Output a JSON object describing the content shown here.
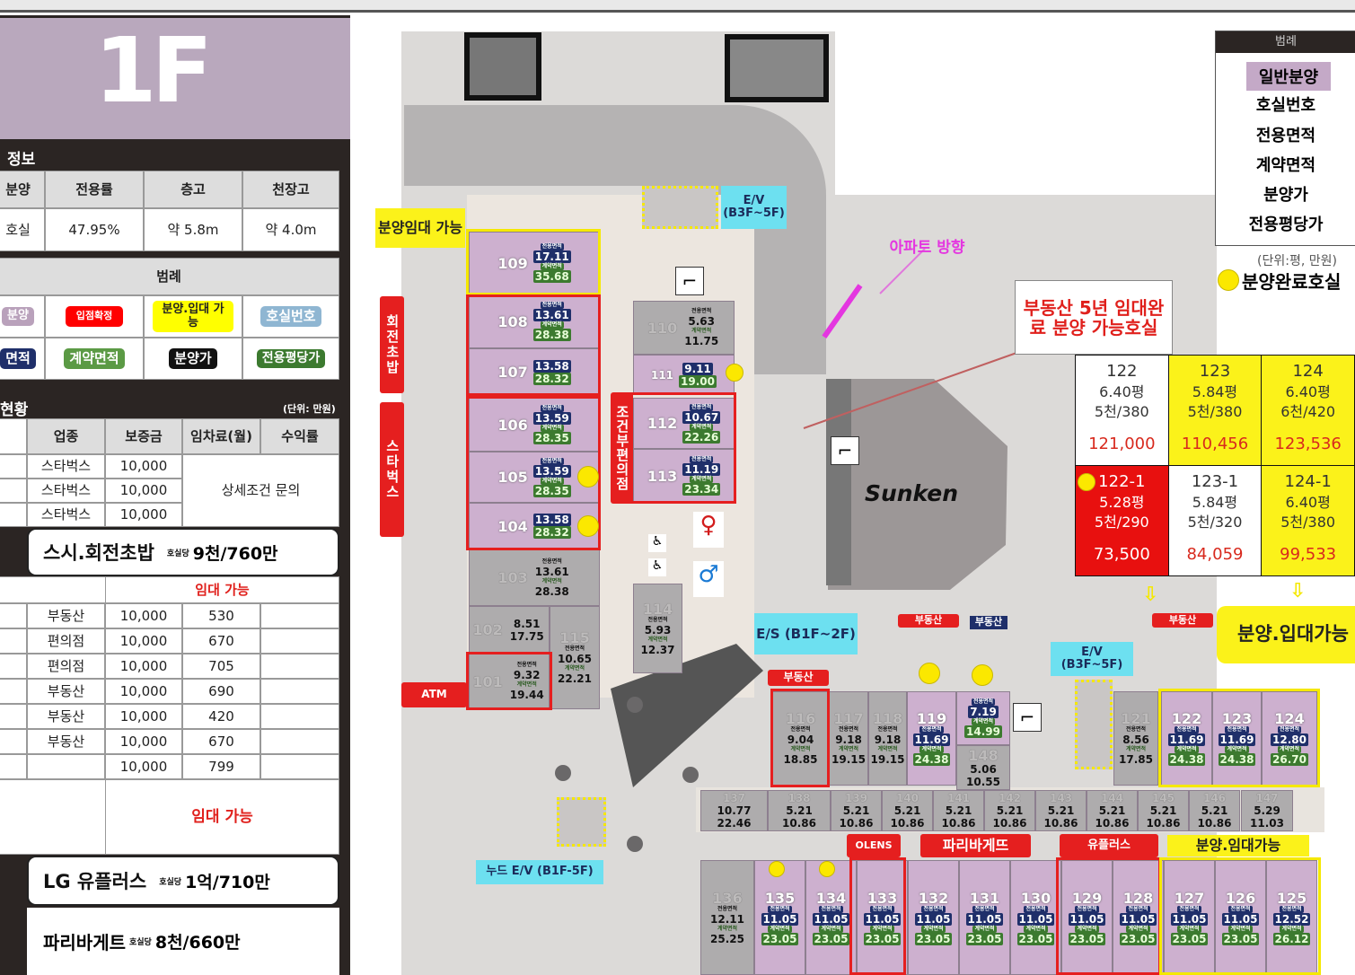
{
  "floor": "1F",
  "info": {
    "title": "정보",
    "headers": [
      "분양",
      "전용률",
      "층고",
      "천장고"
    ],
    "values": [
      "호실",
      "47.95%",
      "약 5.8m",
      "약 4.0m"
    ]
  },
  "legend_left": {
    "title": "범례",
    "items": [
      "분양",
      "입점확정",
      "분양.입대 가능",
      "호실번호",
      "면적",
      "계약면적",
      "분양가",
      "전용평당가"
    ]
  },
  "lease": {
    "title": "현황",
    "unit": "(단위: 만원)",
    "headers": [
      "업종",
      "보증금",
      "임차료(월)",
      "수익률"
    ],
    "rows_top": [
      [
        "스타벅스",
        "10,000"
      ],
      [
        "스타벅스",
        "10,000"
      ],
      [
        "스타벅스",
        "10,000"
      ]
    ],
    "merged_note": "상세조건 문의",
    "sushi": {
      "name": "스시.회전초밥",
      "sub": "호실당",
      "price": "9천/760만"
    },
    "lease_available": "임대 가능",
    "rows": [
      [
        "부동산",
        "10,000",
        "530"
      ],
      [
        "편의점",
        "10,000",
        "670"
      ],
      [
        "편의점",
        "10,000",
        "705"
      ],
      [
        "부동산",
        "10,000",
        "690"
      ],
      [
        "부동산",
        "10,000",
        "420"
      ],
      [
        "부동산",
        "10,000",
        "670"
      ],
      [
        "",
        "10,000",
        "799"
      ]
    ],
    "lease_available_2": "임대 가능",
    "lg": {
      "name": "LG 유플러스",
      "sub": "호실당",
      "price": "1억/710만"
    },
    "paris": {
      "name": "파리바게트",
      "sub": "호실당",
      "price": "8천/660만"
    }
  },
  "plan": {
    "labels": {
      "sale_lease_top": "분양임대 가능",
      "sushi": "회전초밥",
      "starbucks": "스타벅스",
      "convenience": "조건부편의점",
      "ev_top": "E/V (B3F~5F)",
      "apt_direction": "아파트  방향",
      "sunken": "Sunken",
      "note": "부동산 5년 임대완료 분양 가능호실",
      "es": "E/S (B1F~2F)",
      "realty1": "부동산",
      "realty2": "부동산",
      "realty3": "부동산",
      "realty4": "부동산",
      "ev_mid": "E/V (B3F~5F)",
      "sale_lease_right": "분양.입대가능",
      "atm": "ATM",
      "nude_ev": "누드 E/V (B1F-5F)",
      "olens": "OLENS",
      "paris": "파리바게뜨",
      "uplus": "유플러스",
      "sale_lease_bottom": "분양.임대가능"
    },
    "badge_exclusive": "전용면적",
    "badge_contract": "계약면적",
    "units": [
      {
        "id": "109",
        "ex": "17.11",
        "ct": "35.68",
        "s": "p"
      },
      {
        "id": "108",
        "ex": "13.61",
        "ct": "28.38",
        "s": "p"
      },
      {
        "id": "107",
        "ex": "13.58",
        "ct": "28.32",
        "s": "p"
      },
      {
        "id": "106",
        "ex": "13.59",
        "ct": "28.35",
        "s": "p"
      },
      {
        "id": "105",
        "ex": "13.59",
        "ct": "28.35",
        "s": "p"
      },
      {
        "id": "104",
        "ex": "13.58",
        "ct": "28.32",
        "s": "p"
      },
      {
        "id": "103",
        "ex": "13.61",
        "ct": "28.38",
        "s": "g"
      },
      {
        "id": "102",
        "ex": "8.51",
        "ct": "17.75",
        "s": "g"
      },
      {
        "id": "115",
        "ex": "10.65",
        "ct": "22.21",
        "s": "g"
      },
      {
        "id": "101",
        "ex": "9.32",
        "ct": "19.44",
        "s": "g"
      },
      {
        "id": "110",
        "ex": "5.63",
        "ct": "11.75",
        "s": "g"
      },
      {
        "id": "111",
        "ex": "9.11",
        "ct": "19.00",
        "s": "p"
      },
      {
        "id": "112",
        "ex": "10.67",
        "ct": "22.26",
        "s": "p"
      },
      {
        "id": "113",
        "ex": "11.19",
        "ct": "23.34",
        "s": "p"
      },
      {
        "id": "114",
        "ex": "5.93",
        "ct": "12.37",
        "s": "g"
      },
      {
        "id": "116",
        "ex": "9.04",
        "ct": "18.85",
        "s": "g"
      },
      {
        "id": "117",
        "ex": "9.18",
        "ct": "19.15",
        "s": "g"
      },
      {
        "id": "118",
        "ex": "9.18",
        "ct": "19.15",
        "s": "g"
      },
      {
        "id": "119",
        "ex": "11.69",
        "ct": "24.38",
        "s": "p"
      },
      {
        "id": "",
        "ex": "7.19",
        "ct": "14.99",
        "s": "p"
      },
      {
        "id": "148",
        "ex": "5.06",
        "ct": "10.55",
        "s": "g"
      },
      {
        "id": "121",
        "ex": "8.56",
        "ct": "17.85",
        "s": "g"
      },
      {
        "id": "122",
        "ex": "11.69",
        "ct": "24.38",
        "s": "p"
      },
      {
        "id": "123",
        "ex": "11.69",
        "ct": "24.38",
        "s": "p"
      },
      {
        "id": "124",
        "ex": "12.80",
        "ct": "26.70",
        "s": "p"
      },
      {
        "id": "137",
        "ex": "10.77",
        "ct": "22.46",
        "s": "g"
      },
      {
        "id": "138",
        "ex": "5.21",
        "ct": "10.86",
        "s": "g"
      },
      {
        "id": "139",
        "ex": "5.21",
        "ct": "10.86",
        "s": "g"
      },
      {
        "id": "140",
        "ex": "5.21",
        "ct": "10.86",
        "s": "g"
      },
      {
        "id": "141",
        "ex": "5.21",
        "ct": "10.86",
        "s": "g"
      },
      {
        "id": "142",
        "ex": "5.21",
        "ct": "10.86",
        "s": "g"
      },
      {
        "id": "143",
        "ex": "5.21",
        "ct": "10.86",
        "s": "g"
      },
      {
        "id": "144",
        "ex": "5.21",
        "ct": "10.86",
        "s": "g"
      },
      {
        "id": "145",
        "ex": "5.21",
        "ct": "10.86",
        "s": "g"
      },
      {
        "id": "146",
        "ex": "5.21",
        "ct": "10.86",
        "s": "g"
      },
      {
        "id": "147",
        "ex": "5.29",
        "ct": "11.03",
        "s": "g"
      },
      {
        "id": "136",
        "ex": "12.11",
        "ct": "25.25",
        "s": "g"
      },
      {
        "id": "135",
        "ex": "11.05",
        "ct": "23.05",
        "s": "p"
      },
      {
        "id": "134",
        "ex": "11.05",
        "ct": "23.05",
        "s": "p"
      },
      {
        "id": "133",
        "ex": "11.05",
        "ct": "23.05",
        "s": "p"
      },
      {
        "id": "132",
        "ex": "11.05",
        "ct": "23.05",
        "s": "p"
      },
      {
        "id": "131",
        "ex": "11.05",
        "ct": "23.05",
        "s": "p"
      },
      {
        "id": "130",
        "ex": "11.05",
        "ct": "23.05",
        "s": "p"
      },
      {
        "id": "129",
        "ex": "11.05",
        "ct": "23.05",
        "s": "p"
      },
      {
        "id": "128",
        "ex": "11.05",
        "ct": "23.05",
        "s": "p"
      },
      {
        "id": "127",
        "ex": "11.05",
        "ct": "23.05",
        "s": "p"
      },
      {
        "id": "126",
        "ex": "11.05",
        "ct": "23.05",
        "s": "p"
      },
      {
        "id": "125",
        "ex": "12.52",
        "ct": "26.12",
        "s": "p"
      }
    ]
  },
  "legend_right": {
    "title": "범례",
    "items": [
      "일반분양",
      "호실번호",
      "전용면적",
      "계약면적",
      "분양가",
      "전용평당가"
    ],
    "unit": "(단위:평, 만원)",
    "sold": "분양완료호실"
  },
  "grid": [
    [
      {
        "id": "122",
        "area": "6.40평",
        "rent": "5천/380",
        "price": "121,000",
        "bg": "#ffffff"
      },
      {
        "id": "123",
        "area": "5.84평",
        "rent": "5천/380",
        "price": "110,456",
        "bg": "#fbf21a"
      },
      {
        "id": "124",
        "area": "6.40평",
        "rent": "6천/420",
        "price": "123,536",
        "bg": "#fbf21a"
      }
    ],
    [
      {
        "id": "122-1",
        "area": "5.28평",
        "rent": "5천/290",
        "price": "73,500",
        "bg": "#e8100f"
      },
      {
        "id": "123-1",
        "area": "5.84평",
        "rent": "5천/320",
        "price": "84,059",
        "bg": "#ffffff"
      },
      {
        "id": "124-1",
        "area": "6.40평",
        "rent": "5천/380",
        "price": "99,533",
        "bg": "#fbf21a"
      }
    ]
  ]
}
